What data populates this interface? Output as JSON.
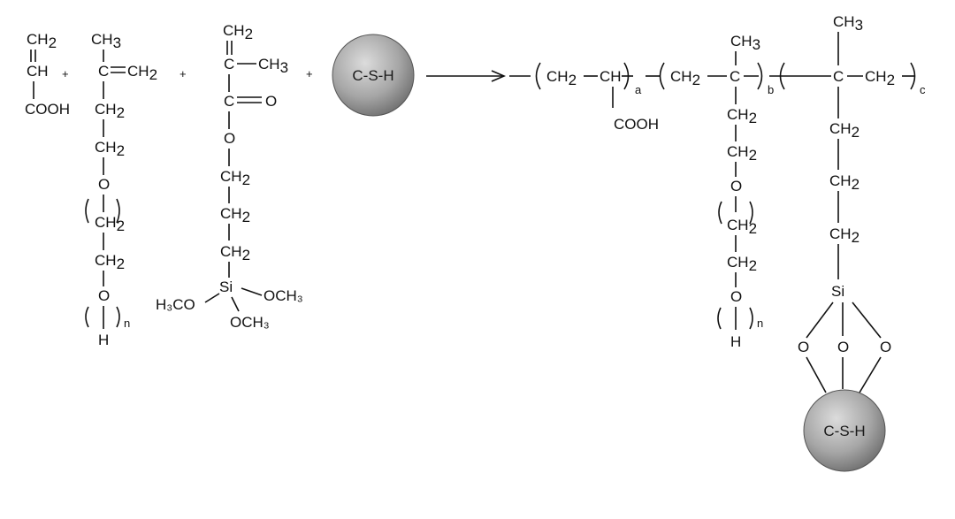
{
  "labels": {
    "ch2": "CH",
    "ch": "CH",
    "c": "C",
    "ch3": "CH",
    "o": "O",
    "h": "H",
    "si": "Si",
    "cooh": "COOH",
    "h3co": "H₃CO",
    "och3": "OCH₃",
    "plus": "+",
    "n": "n",
    "a": "a",
    "b": "b",
    "c_sub": "c",
    "two": "2",
    "three": "3",
    "csh": "C-S-H"
  },
  "colors": {
    "ink": "#111111",
    "sphere_light": "#d8d8d8",
    "sphere_mid": "#9a9a9a",
    "sphere_dark": "#6e6e6e"
  }
}
